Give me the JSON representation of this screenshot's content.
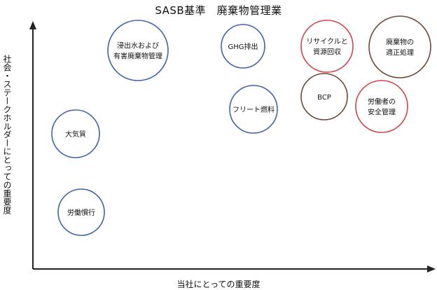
{
  "title": "SASB基準　廃棄物管理業",
  "y_axis_label": "社会・ステークホルダーにとっての重要度",
  "x_axis_label": "当社にとっての重要度",
  "colors": {
    "blue": "#3f64a8",
    "red": "#d2434a",
    "brown": "#6b4a3a",
    "axis": "#222222"
  },
  "bubbles": [
    {
      "lines": [
        "浸出水および",
        "有害廃棄物管理"
      ],
      "color": "blue"
    },
    {
      "lines": [
        "GHG排出"
      ],
      "color": "blue"
    },
    {
      "lines": [
        "リサイクルと",
        "資源回収"
      ],
      "color": "red"
    },
    {
      "lines": [
        "廃棄物の",
        "適正処理"
      ],
      "color": "brown"
    },
    {
      "lines": [
        "BCP"
      ],
      "color": "brown"
    },
    {
      "lines": [
        "フリート燃料"
      ],
      "color": "blue"
    },
    {
      "lines": [
        "労働者の",
        "安全管理"
      ],
      "color": "red"
    },
    {
      "lines": [
        "大気質"
      ],
      "color": "blue"
    },
    {
      "lines": [
        "労働慣行"
      ],
      "color": "blue"
    }
  ]
}
